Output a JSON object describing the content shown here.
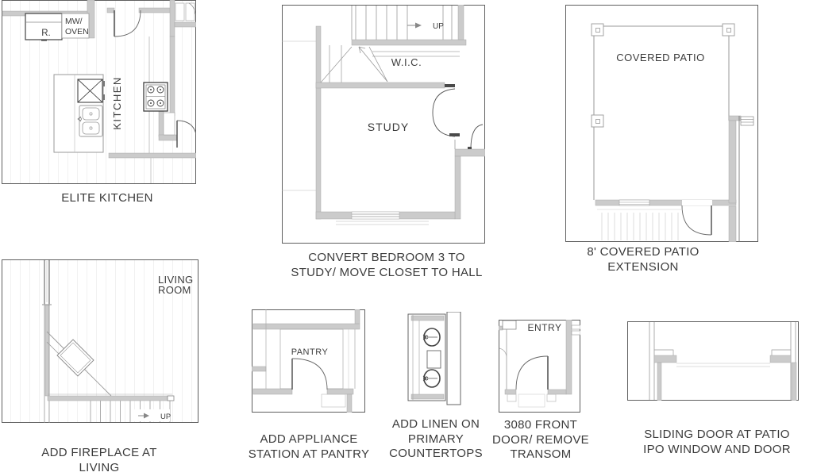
{
  "colors": {
    "background": "#ffffff",
    "wall_fill": "#cbcbcb",
    "wall_edge": "#a9a9a9",
    "thin_line": "#9a9a9a",
    "dark_line": "#4a4a4a",
    "text": "#3b3b3b"
  },
  "plans": {
    "elite_kitchen": {
      "caption_lines": [
        "ELITE KITCHEN"
      ],
      "labels": {
        "refrigerator": "R.",
        "microwave_line1": "MW/",
        "microwave_line2": "OVEN",
        "room": "KITCHEN"
      }
    },
    "study": {
      "caption_lines": [
        "CONVERT BEDROOM 3 TO",
        "STUDY/ MOVE CLOSET TO HALL"
      ],
      "labels": {
        "stairs_direction": "UP",
        "closet": "W.I.C.",
        "room": "STUDY"
      }
    },
    "covered_patio": {
      "caption_lines": [
        "8' COVERED PATIO",
        "EXTENSION"
      ],
      "labels": {
        "room": "COVERED PATIO"
      }
    },
    "living": {
      "caption_lines": [
        "ADD FIREPLACE AT",
        "LIVING"
      ],
      "labels": {
        "room_line1": "LIVING",
        "room_line2": "ROOM",
        "stairs_direction": "UP"
      }
    },
    "pantry": {
      "caption_lines": [
        "ADD APPLIANCE",
        "STATION AT PANTRY"
      ],
      "labels": {
        "room": "PANTRY"
      }
    },
    "linen": {
      "caption_lines": [
        "ADD LINEN ON",
        "PRIMARY",
        "COUNTERTOPS"
      ]
    },
    "front_door": {
      "caption_lines": [
        "3080 FRONT",
        "DOOR/ REMOVE",
        "TRANSOM"
      ],
      "labels": {
        "room": "ENTRY"
      }
    },
    "sliding_door": {
      "caption_lines": [
        "SLIDING DOOR AT PATIO",
        "IPO WINDOW AND DOOR"
      ]
    }
  }
}
